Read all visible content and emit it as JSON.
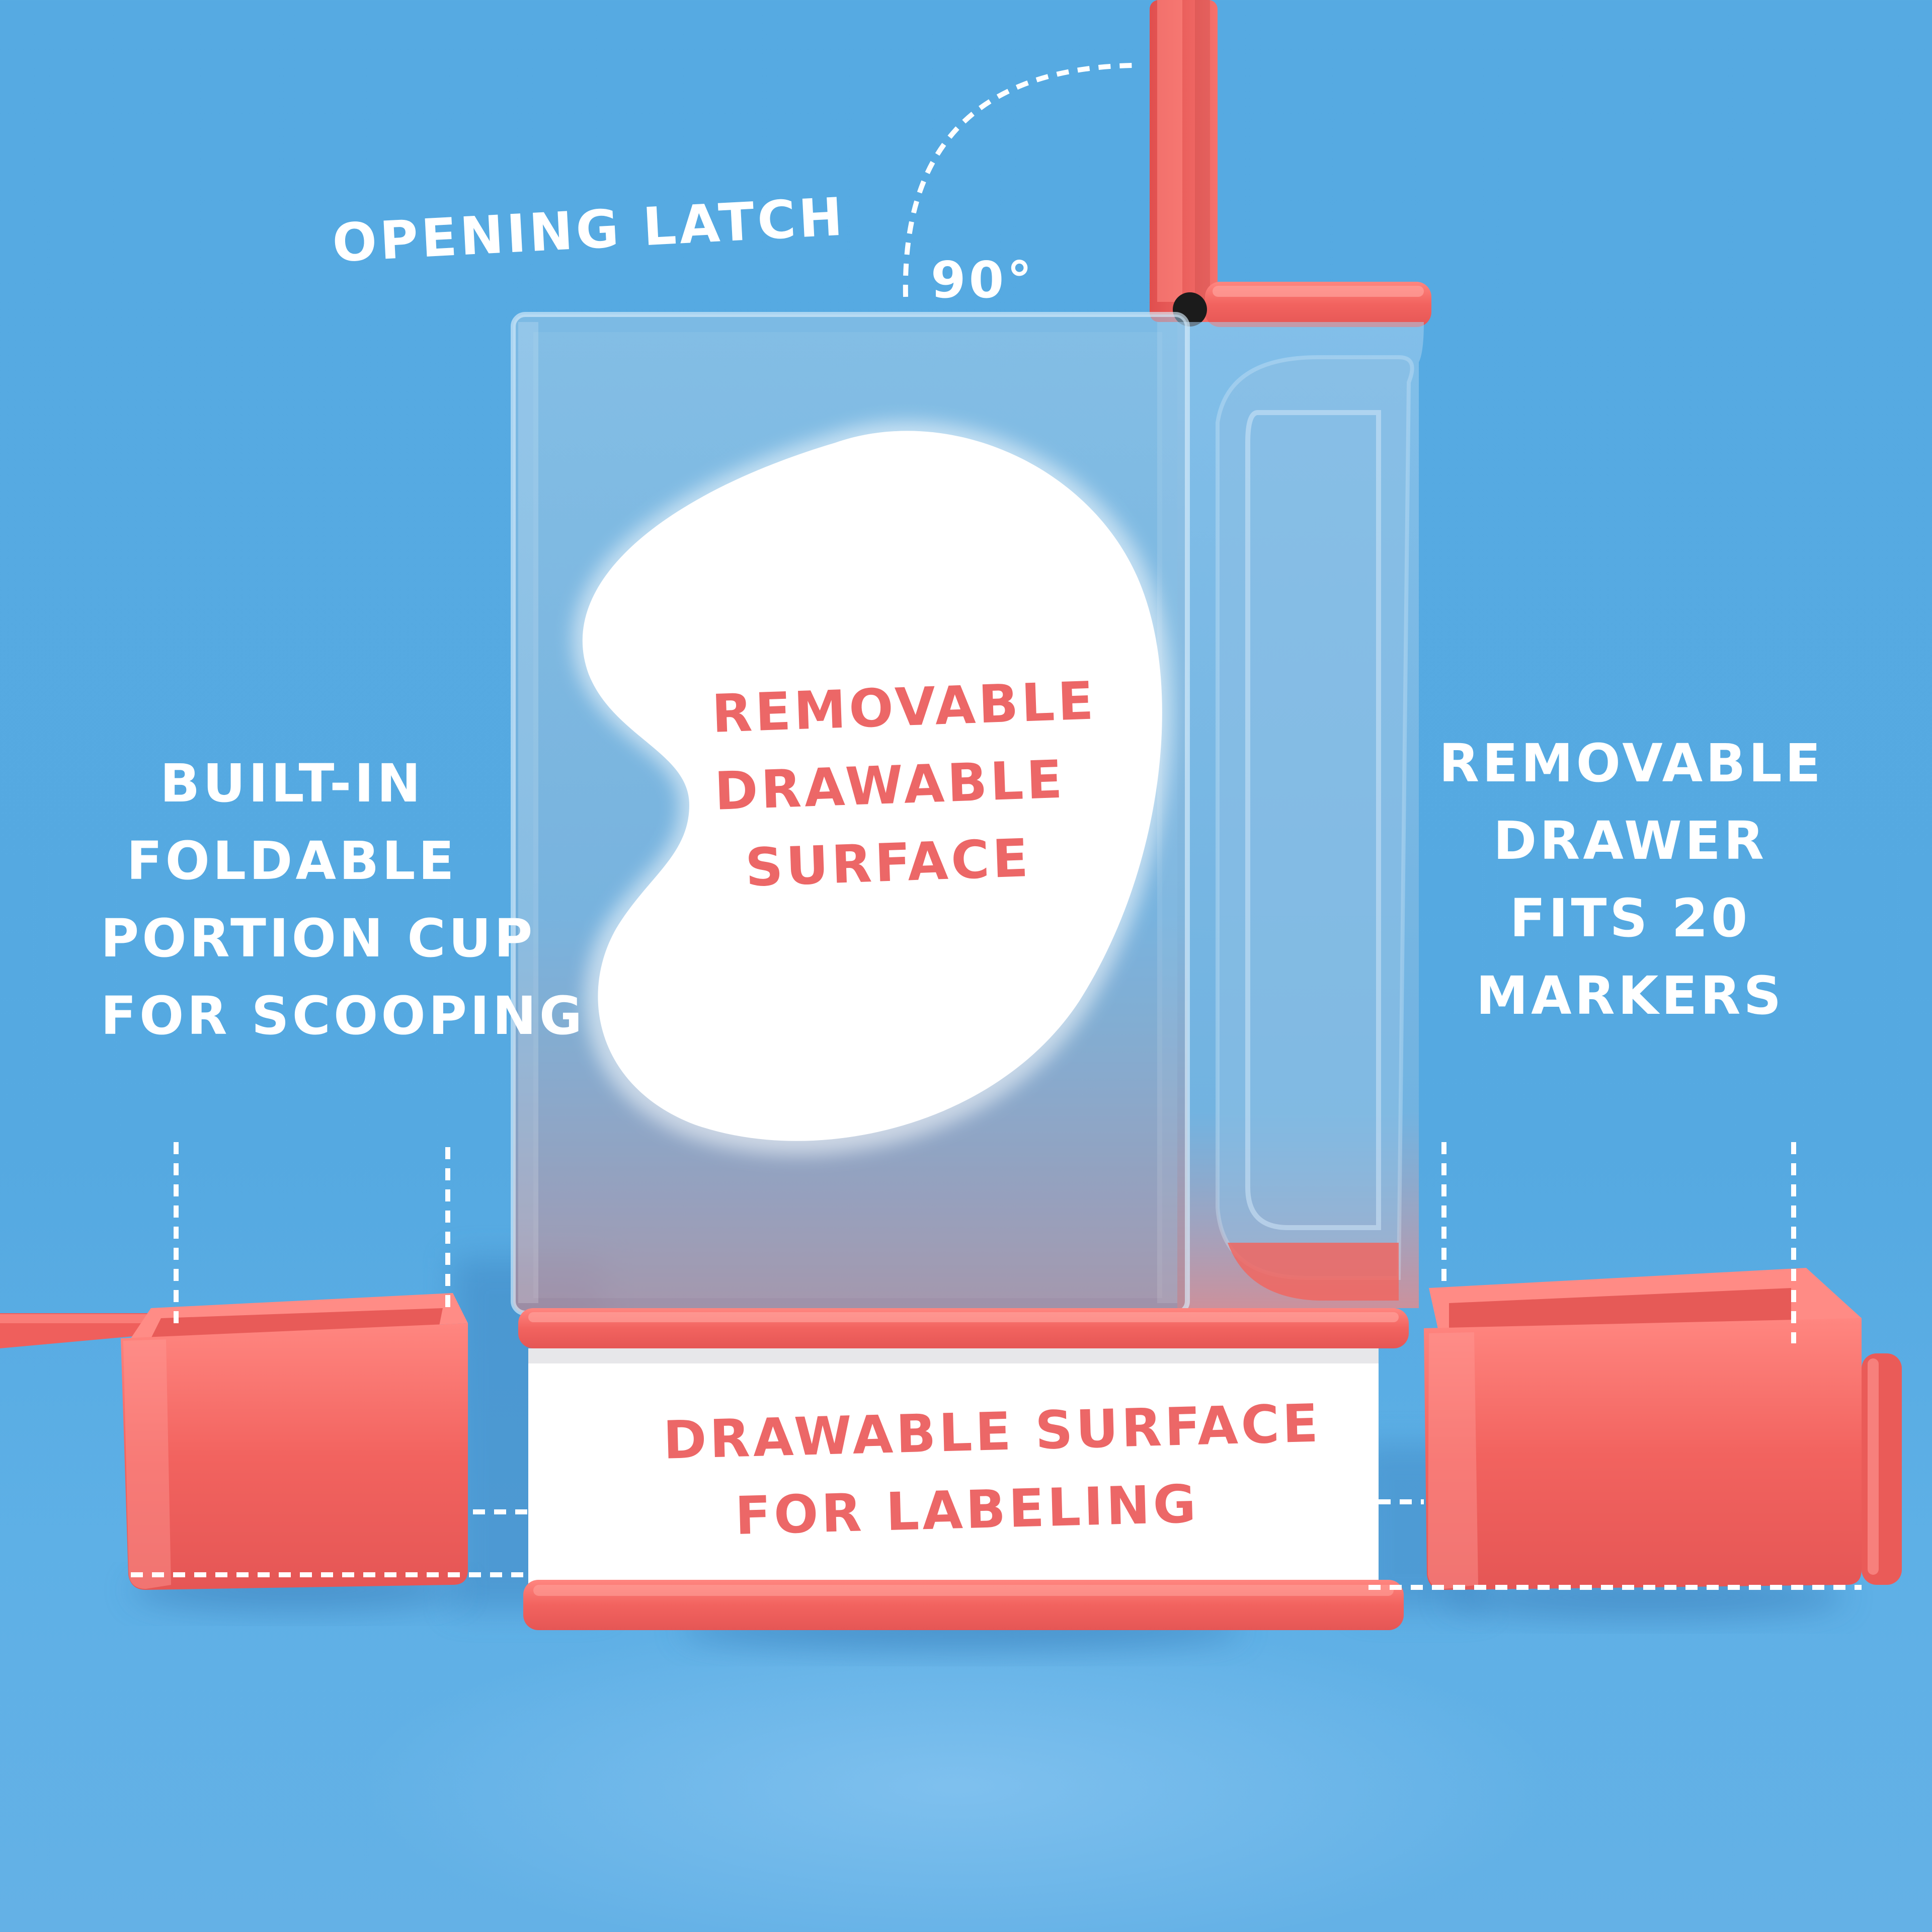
{
  "colors": {
    "background": "#56aae2",
    "accent_coral": "#f0625f",
    "surface_white": "#ffffff",
    "label_red": "#ec6767"
  },
  "labels": {
    "opening_latch": "OPENING LATCH",
    "angle": "90°",
    "portion_cup": [
      "BUILT-IN",
      "FOLDABLE",
      "PORTION CUP",
      "FOR SCOOPING"
    ],
    "drawer": [
      "REMOVABLE",
      "DRAWER",
      "FITS 20",
      "MARKERS"
    ],
    "removable_surface": [
      "REMOVABLE",
      "DRAWABLE",
      "SURFACE"
    ],
    "labeling_surface": [
      "DRAWABLE SURFACE",
      "FOR LABELING"
    ]
  },
  "icons": {
    "latch": "hinged-lid-icon",
    "angle_arc": "dashed-arc-icon",
    "bean_shape": "kidney-bean-shape"
  }
}
